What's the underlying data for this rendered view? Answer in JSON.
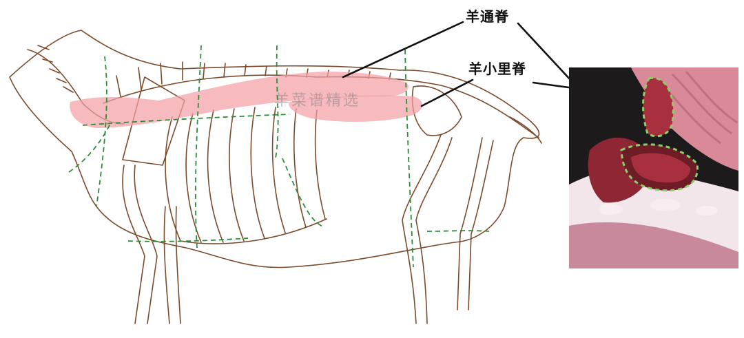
{
  "labels": {
    "top": "羊通脊",
    "second": "羊小里脊"
  },
  "watermark": "羊菜谱精选",
  "colors": {
    "outline": "#7a4a2a",
    "highlight": "#f2a0a6",
    "cut_line": "#2f8a3a",
    "pointer": "#111111",
    "meat": "#a8303e",
    "meat_dark": "#6e1c26",
    "fat": "#f3e6ea",
    "bg_dark": "#1d1a1c"
  }
}
